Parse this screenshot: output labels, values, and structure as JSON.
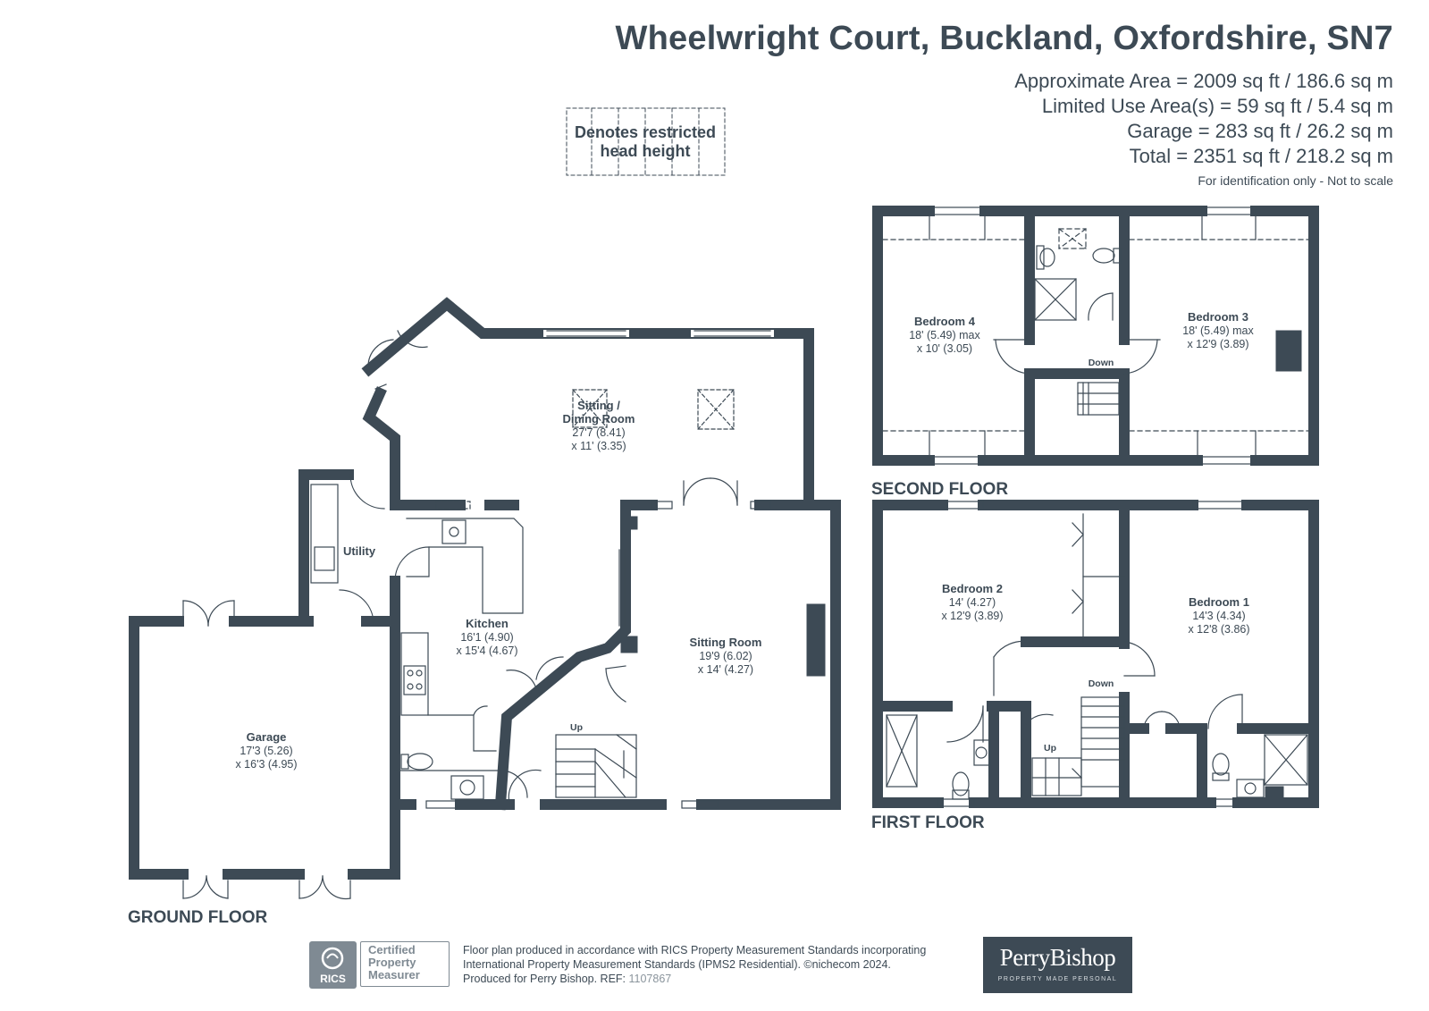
{
  "header": {
    "title": "Wheelwright Court, Buckland, Oxfordshire, SN7",
    "approx_area": "Approximate Area = 2009 sq ft / 186.6 sq m",
    "limited_use": "Limited Use Area(s) = 59 sq ft / 5.4 sq m",
    "garage_area": "Garage = 283 sq ft / 26.2 sq m",
    "total_area": "Total = 2351 sq ft / 218.2 sq m",
    "note": "For identification only - Not to scale"
  },
  "legend": {
    "line1": "Denotes restricted",
    "line2": "head height"
  },
  "floors": {
    "ground": "GROUND FLOOR",
    "first": "FIRST FLOOR",
    "second": "SECOND FLOOR"
  },
  "rooms": {
    "sitting_dining": {
      "name1": "Sitting /",
      "name2": "Dining Room",
      "dim1": "27'7 (8.41)",
      "dim2": "x 11' (3.35)"
    },
    "kitchen": {
      "name": "Kitchen",
      "dim1": "16'1 (4.90)",
      "dim2": "x 15'4 (4.67)"
    },
    "sitting_room": {
      "name": "Sitting Room",
      "dim1": "19'9 (6.02)",
      "dim2": "x 14' (4.27)"
    },
    "utility": {
      "name": "Utility"
    },
    "garage": {
      "name": "Garage",
      "dim1": "17'3 (5.26)",
      "dim2": "x 16'3 (4.95)"
    },
    "bedroom1": {
      "name": "Bedroom 1",
      "dim1": "14'3 (4.34)",
      "dim2": "x 12'8 (3.86)"
    },
    "bedroom2": {
      "name": "Bedroom 2",
      "dim1": "14' (4.27)",
      "dim2": "x 12'9 (3.89)"
    },
    "bedroom3": {
      "name": "Bedroom 3",
      "dim1": "18' (5.49) max",
      "dim2": "x 12'9 (3.89)"
    },
    "bedroom4": {
      "name": "Bedroom 4",
      "dim1": "18' (5.49) max",
      "dim2": "x 10' (3.05)"
    }
  },
  "stairs": {
    "up": "Up",
    "down": "Down"
  },
  "footer": {
    "line1": "Floor plan produced in accordance with RICS Property Measurement Standards incorporating",
    "line2": "International Property Measurement Standards (IPMS2 Residential).  ©nichecom 2024.",
    "line3_prefix": "Produced for Perry Bishop.  REF: ",
    "ref": "1107867",
    "rics_logo": "RICS",
    "rics_line1": "Certified",
    "rics_line2": "Property",
    "rics_line3": "Measurer",
    "brand_name": "PerryBishop",
    "brand_tag": "PROPERTY MADE PERSONAL"
  },
  "colors": {
    "wall": "#3d4a55",
    "text": "#3d4a55",
    "muted": "#8a949c"
  }
}
